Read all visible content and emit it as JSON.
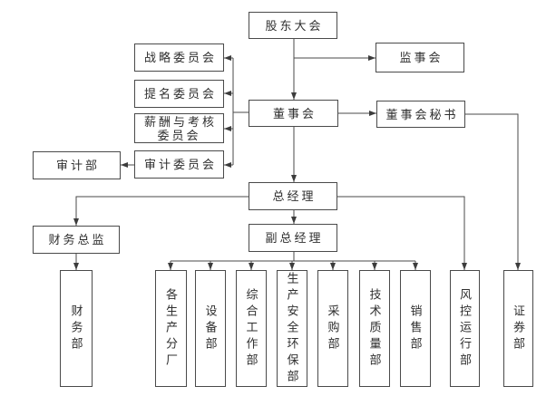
{
  "diagram": {
    "type": "org-chart",
    "nodes": {
      "shareholders": "股东大会",
      "supervisory": "监事会",
      "strategy": "战略委员会",
      "nomination": "提名委员会",
      "remuneration": "薪酬与考核委员会",
      "audit_committee": "审计委员会",
      "audit_dept": "审计部",
      "board": "董事会",
      "board_secretary": "董事会秘书",
      "gm": "总经理",
      "cfo": "财务总监",
      "deputy_gm": "副总经理",
      "finance": "财务部",
      "plants": "各生产分厂",
      "equipment": "设备部",
      "general_work": "综合工作部",
      "safety": "生产安全环保部",
      "procurement": "采购部",
      "tech_quality": "技术质量部",
      "sales": "销售部",
      "risk": "风控运行部",
      "securities": "证券部"
    },
    "edges": [
      {
        "from": "shareholders",
        "to": "board"
      },
      {
        "from": "shareholders",
        "to": "supervisory"
      },
      {
        "from": "board",
        "to": "strategy"
      },
      {
        "from": "board",
        "to": "nomination"
      },
      {
        "from": "board",
        "to": "remuneration"
      },
      {
        "from": "board",
        "to": "audit_committee"
      },
      {
        "from": "audit_committee",
        "to": "audit_dept"
      },
      {
        "from": "board",
        "to": "board_secretary"
      },
      {
        "from": "board",
        "to": "gm"
      },
      {
        "from": "board_secretary",
        "to": "securities"
      },
      {
        "from": "gm",
        "to": "cfo"
      },
      {
        "from": "gm",
        "to": "deputy_gm"
      },
      {
        "from": "gm",
        "to": "risk"
      },
      {
        "from": "cfo",
        "to": "finance"
      },
      {
        "from": "deputy_gm",
        "to": "plants"
      },
      {
        "from": "deputy_gm",
        "to": "equipment"
      },
      {
        "from": "deputy_gm",
        "to": "general_work"
      },
      {
        "from": "deputy_gm",
        "to": "safety"
      },
      {
        "from": "deputy_gm",
        "to": "procurement"
      },
      {
        "from": "deputy_gm",
        "to": "tech_quality"
      },
      {
        "from": "deputy_gm",
        "to": "sales"
      }
    ]
  },
  "colors": {
    "line": "#4a4a4a",
    "text": "#2f2f2f",
    "node_background": "#ffffff",
    "page_background": "#ffffff"
  }
}
